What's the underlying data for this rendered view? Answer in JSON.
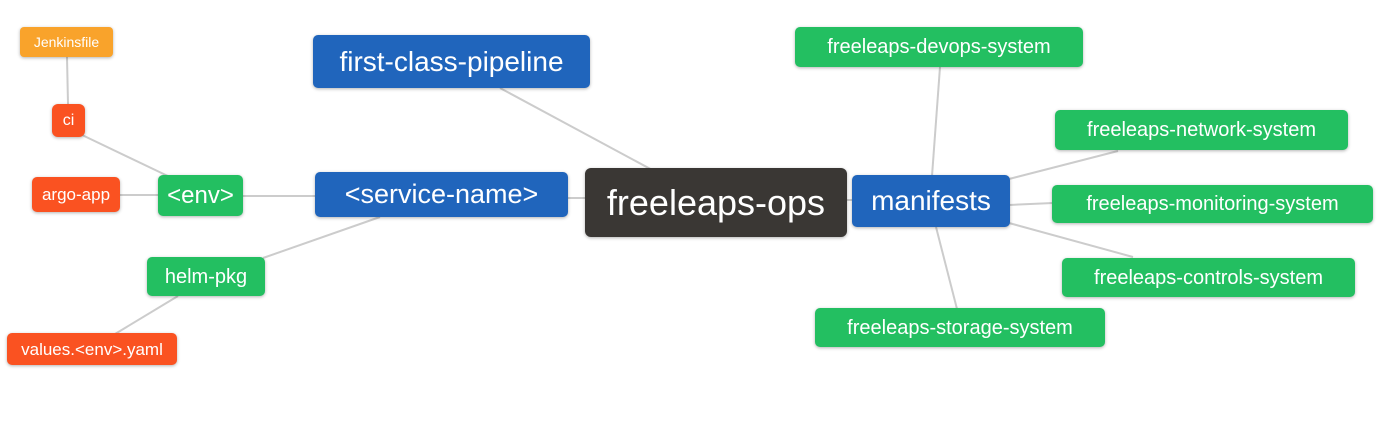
{
  "palette": {
    "blue": "#2065bc",
    "green": "#23bf61",
    "orange": "#f9a32b",
    "red_orange": "#fa5221",
    "dark": "#3a3734",
    "edge_gray": "#cccccc",
    "text": "#ffffff",
    "background": "#ffffff"
  },
  "nodes": {
    "root": {
      "label": "freeleaps-ops"
    },
    "first_class_pipeline": {
      "label": "first-class-pipeline"
    },
    "service_name": {
      "label": "<service-name>"
    },
    "env": {
      "label": "<env>"
    },
    "ci": {
      "label": "ci"
    },
    "jenkinsfile": {
      "label": "Jenkinsfile"
    },
    "argo_app": {
      "label": "argo-app"
    },
    "helm_pkg": {
      "label": "helm-pkg"
    },
    "values_env_yaml": {
      "label": "values.<env>.yaml"
    },
    "manifests": {
      "label": "manifests"
    },
    "devops_system": {
      "label": "freeleaps-devops-system"
    },
    "network_system": {
      "label": "freeleaps-network-system"
    },
    "monitoring_system": {
      "label": "freeleaps-monitoring-system"
    },
    "controls_system": {
      "label": "freeleaps-controls-system"
    },
    "storage_system": {
      "label": "freeleaps-storage-system"
    }
  },
  "edges": [
    {
      "from": "Jenkinsfile",
      "to": "ci"
    },
    {
      "from": "ci",
      "to": "<env>"
    },
    {
      "from": "argo-app",
      "to": "<env>"
    },
    {
      "from": "<env>",
      "to": "<service-name>"
    },
    {
      "from": "helm-pkg",
      "to": "<service-name>"
    },
    {
      "from": "values.<env>.yaml",
      "to": "helm-pkg"
    },
    {
      "from": "first-class-pipeline",
      "to": "freeleaps-ops"
    },
    {
      "from": "<service-name>",
      "to": "freeleaps-ops"
    },
    {
      "from": "freeleaps-ops",
      "to": "manifests"
    },
    {
      "from": "manifests",
      "to": "freeleaps-devops-system"
    },
    {
      "from": "manifests",
      "to": "freeleaps-network-system"
    },
    {
      "from": "manifests",
      "to": "freeleaps-monitoring-system"
    },
    {
      "from": "manifests",
      "to": "freeleaps-controls-system"
    },
    {
      "from": "manifests",
      "to": "freeleaps-storage-system"
    }
  ]
}
